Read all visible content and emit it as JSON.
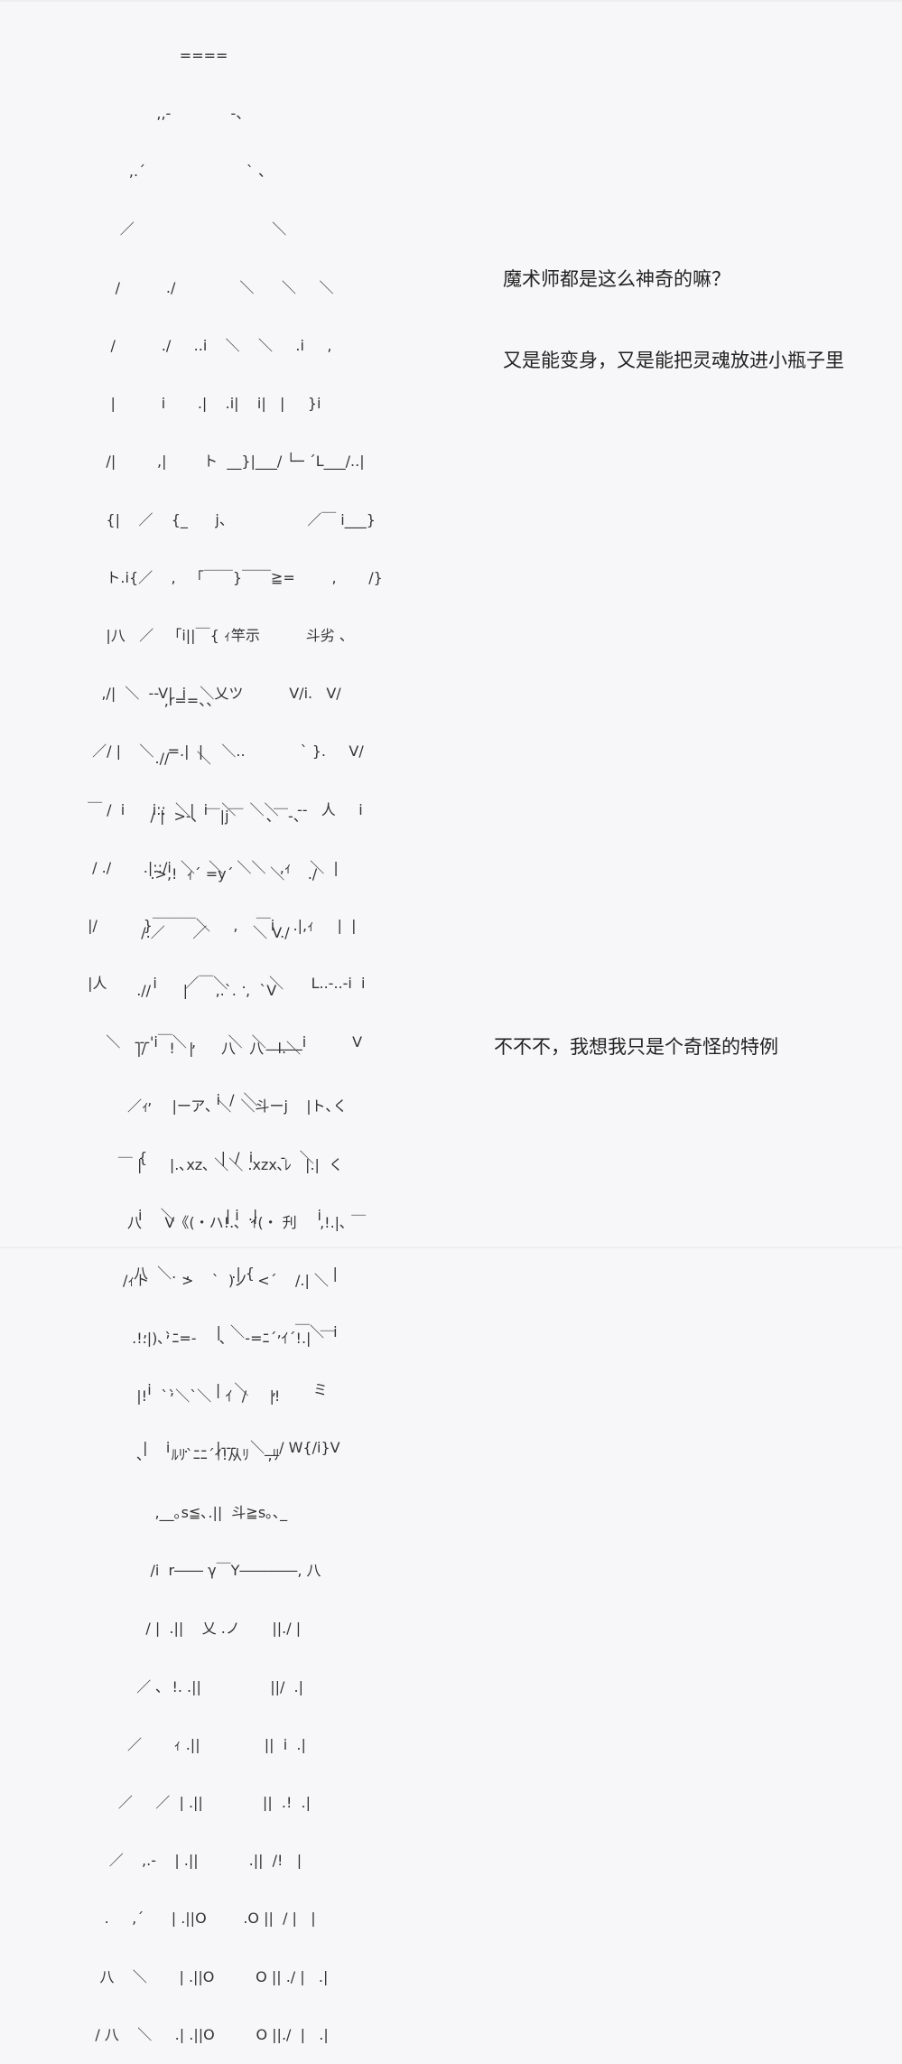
{
  "panels": [
    {
      "name": "upper-figure",
      "art_lines": [
        "                     ====",
        "                ,,-             -、",
        "          ,.´                      ` 、",
        "        ／                              ＼",
        "       /          ./              ＼      ＼     ＼",
        "      /          ./     ..i    ＼    ＼     .i     ,",
        "      |          i       .|    .i|    i|   |     }i",
        "     /|         ,|        ト  __}|___/ └─ ´L___/..|",
        "     {|    ／    {_      j、                ／￣ i___}",
        "     ト.i{／    ,   「￣￣}￣￣≧=        ,       /}",
        "     |八   ／   「i||￣{ ｨ竿示          斗劣 、",
        "    ,/|  ＼  --V|  i   ＼乂ツ          V/i.   V/",
        "  ／/ |    ＼   =.|  |    ＼..            ` }.     V/",
        " ￣ /  i      i::  ＼|  i   ＼   ＼＼    --   人     i",
        "  / ./       .|::/i  ＼   ＼   ＼＼   ,ｨ    ＼  |",
        " |/          }￣￣￣＼     ,    ￣i    .|,ｨ     |  |",
        " |人          i      ／￣＼   .     ＼      L..-..-i  i",
        "     ＼   ---'i￣＼ ,       ＼  ＼_____i          V",
        "              ,              i  /  ＼",
        "            {                |  /  i      -   ＼",
        "            i    ＼           | i  .|             i",
        "           八  ＼.  ,         .| {                 |",
        "             ,    ,          |  ＼       ,   ￣＼  i",
        "              i    ,         |   ＼     ,        ミ",
        "             |    i   .      |---   ＼__/ W{/i}V"
      ],
      "dialogue": [
        "魔术师都是这么神奇的嘛？",
        "又是能变身，又是能把灵魂放进小瓶子里"
      ]
    },
    {
      "name": "lower-figure",
      "art_lines": [
        "                    ,r==、、",
        "                  .//      ＼",
        "                 / |  >-、￣|j￣     ､￣-、",
        "                 .>,!  ｨ´ =y´        ＼     ./",
        "               /.／      ／          ＼ V./",
        "              .//       |      ,.`.  ,  `V",
        "              |/     !   |      八   八   l.＼",
        "            ／ｨ     |ーア､ ＼  ＼斗ーj    |ト､く",
        "          ￣ |      |.､xz､ ＼＼ .xzx､ﾚ   |.|  く",
        "            八     V《(・ハ!.､  ｲ(・ 刋     ,!.|､ ￣",
        "           /ｨト       >    `  )ノ  <´    /.| ＼",
        "             .!.|)､`ﾆ=-     ､    -=ﾆ´ ｲ´!.|  ￣",
        "              |!   ``＼`＼   ｲ  /     |!",
        "              ､      ﾙﾘ`ﾆﾆ´ｲ!从ﾘ    ,ﾘ",
        "                  ,__｡s≦､.||  斗≧s｡､_",
        "                 /i  r―― γ￣Y――――, 八",
        "                / |  .||    乂 .ノ       ||./ |",
        "              ／ ､  !. .||               ||/  .|",
        "            ／       ｨ .||              ||  i  .|",
        "          ／     ／  | .||             ||  .!  .|",
        "        ／    ,.‐    | .||           .||  /!   |",
        "       .     ,´      | .||O        .O ||  / |   |",
        "      八    ＼       | .||O         O || ./ |   .|",
        "     / 八    ＼     .| .||O         O ||./  |   .|"
      ],
      "dialogue": [
        "不不不，我想我只是个奇怪的特例"
      ]
    }
  ]
}
